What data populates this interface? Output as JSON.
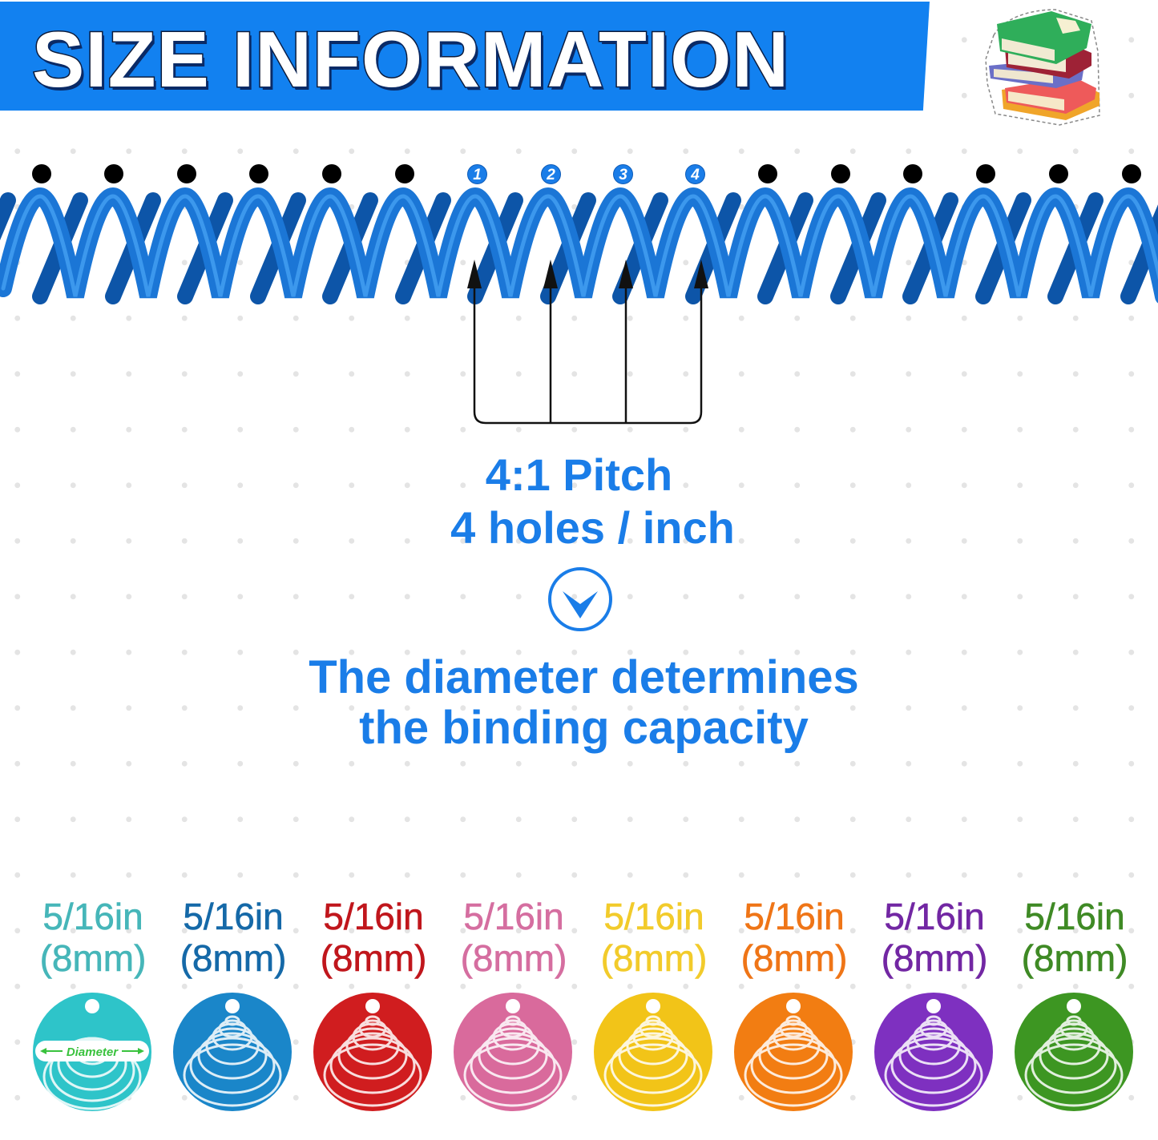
{
  "header": {
    "title": "SIZE INFORMATION",
    "banner_color": "#1281f0",
    "icon": "book-stack-icon"
  },
  "coil": {
    "color": "#1b76d6",
    "hole_count_left": 6,
    "hole_count_right": 6,
    "numbered_holes": [
      "1",
      "2",
      "3",
      "4"
    ],
    "pointer_arrows": 4
  },
  "pitch": {
    "title": "4:1 Pitch",
    "subtitle": "4 holes / inch",
    "icon": "chevron-down-circle-icon",
    "text_color": "#1a7de8"
  },
  "diameter_note": {
    "line1": "The diameter determines",
    "line2": "the binding capacity"
  },
  "sizes": [
    {
      "inch": "5/16in",
      "mm": "(8mm)",
      "color": "#46b6b9",
      "ring_color": "#2ec4c9",
      "label": "Diameter"
    },
    {
      "inch": "5/16in",
      "mm": "(8mm)",
      "color": "#1569a8",
      "ring_color": "#1a86c9"
    },
    {
      "inch": "5/16in",
      "mm": "(8mm)",
      "color": "#c0161c",
      "ring_color": "#d01d1f"
    },
    {
      "inch": "5/16in",
      "mm": "(8mm)",
      "color": "#d56ea0",
      "ring_color": "#d96a9c"
    },
    {
      "inch": "5/16in",
      "mm": "(8mm)",
      "color": "#f2cb2b",
      "ring_color": "#f2c418"
    },
    {
      "inch": "5/16in",
      "mm": "(8mm)",
      "color": "#ef7517",
      "ring_color": "#f27d12"
    },
    {
      "inch": "5/16in",
      "mm": "(8mm)",
      "color": "#7227a3",
      "ring_color": "#7e30c0"
    },
    {
      "inch": "5/16in",
      "mm": "(8mm)",
      "color": "#3f8a25",
      "ring_color": "#3d9622"
    }
  ]
}
